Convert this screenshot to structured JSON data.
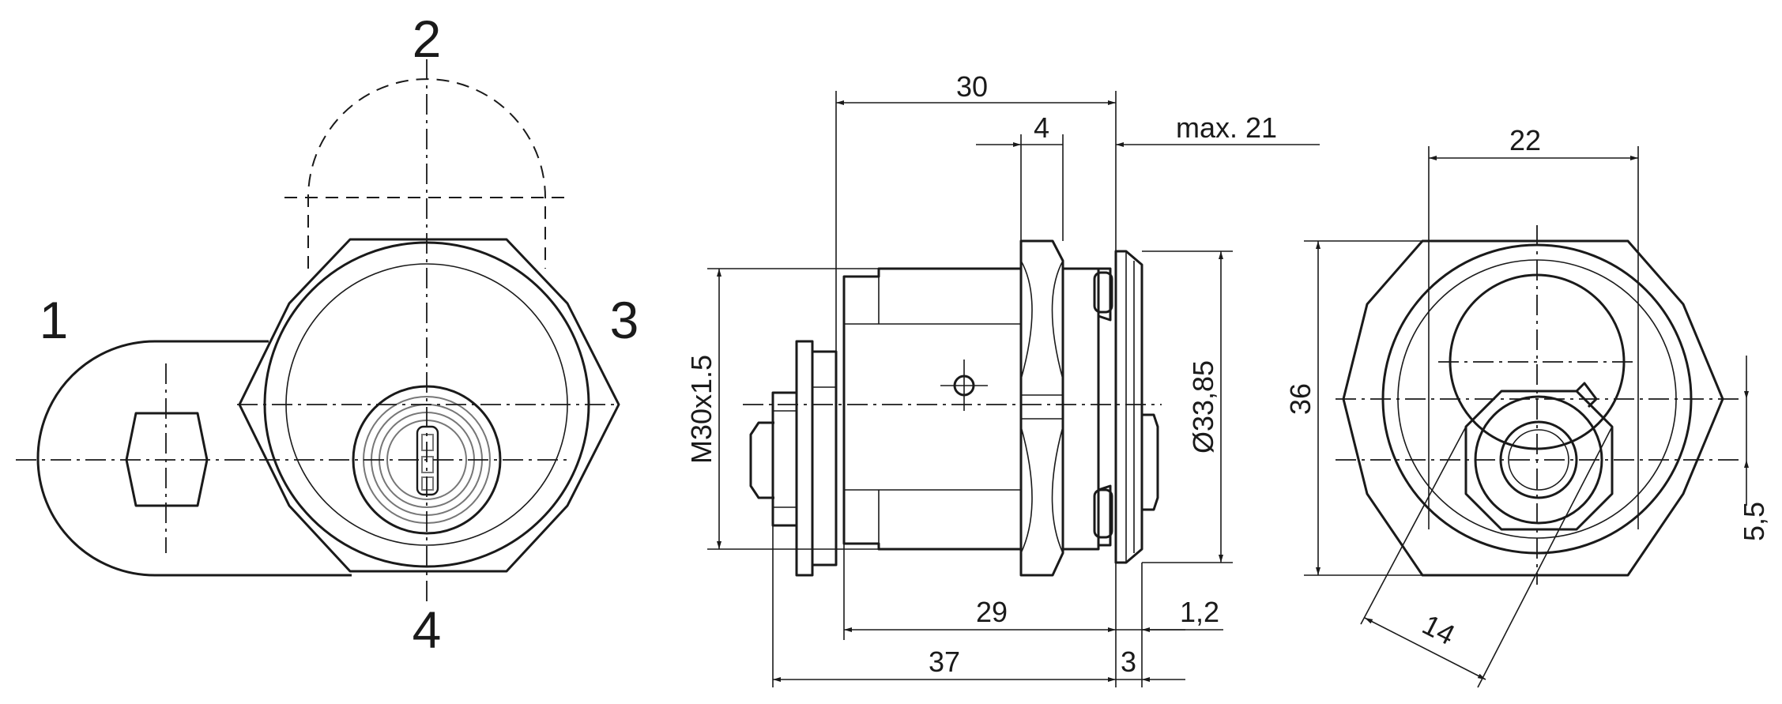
{
  "position_labels": [
    "1",
    "2",
    "3",
    "4"
  ],
  "dimensions": {
    "front_width": "30",
    "flange_thickness": "4",
    "max_grip": "max. 21",
    "thread": "M30x1.5",
    "head_diameter": "Ø33,85",
    "body_length": "29",
    "washer": "1,2",
    "overall_length": "37",
    "head_thickness": "3",
    "across_flats_small": "22",
    "across_flats_large": "36",
    "offset": "5,5",
    "nut_width": "14"
  },
  "colors": {
    "line": "#1a1a1a",
    "key_gray": "#777777",
    "background": "#ffffff"
  }
}
